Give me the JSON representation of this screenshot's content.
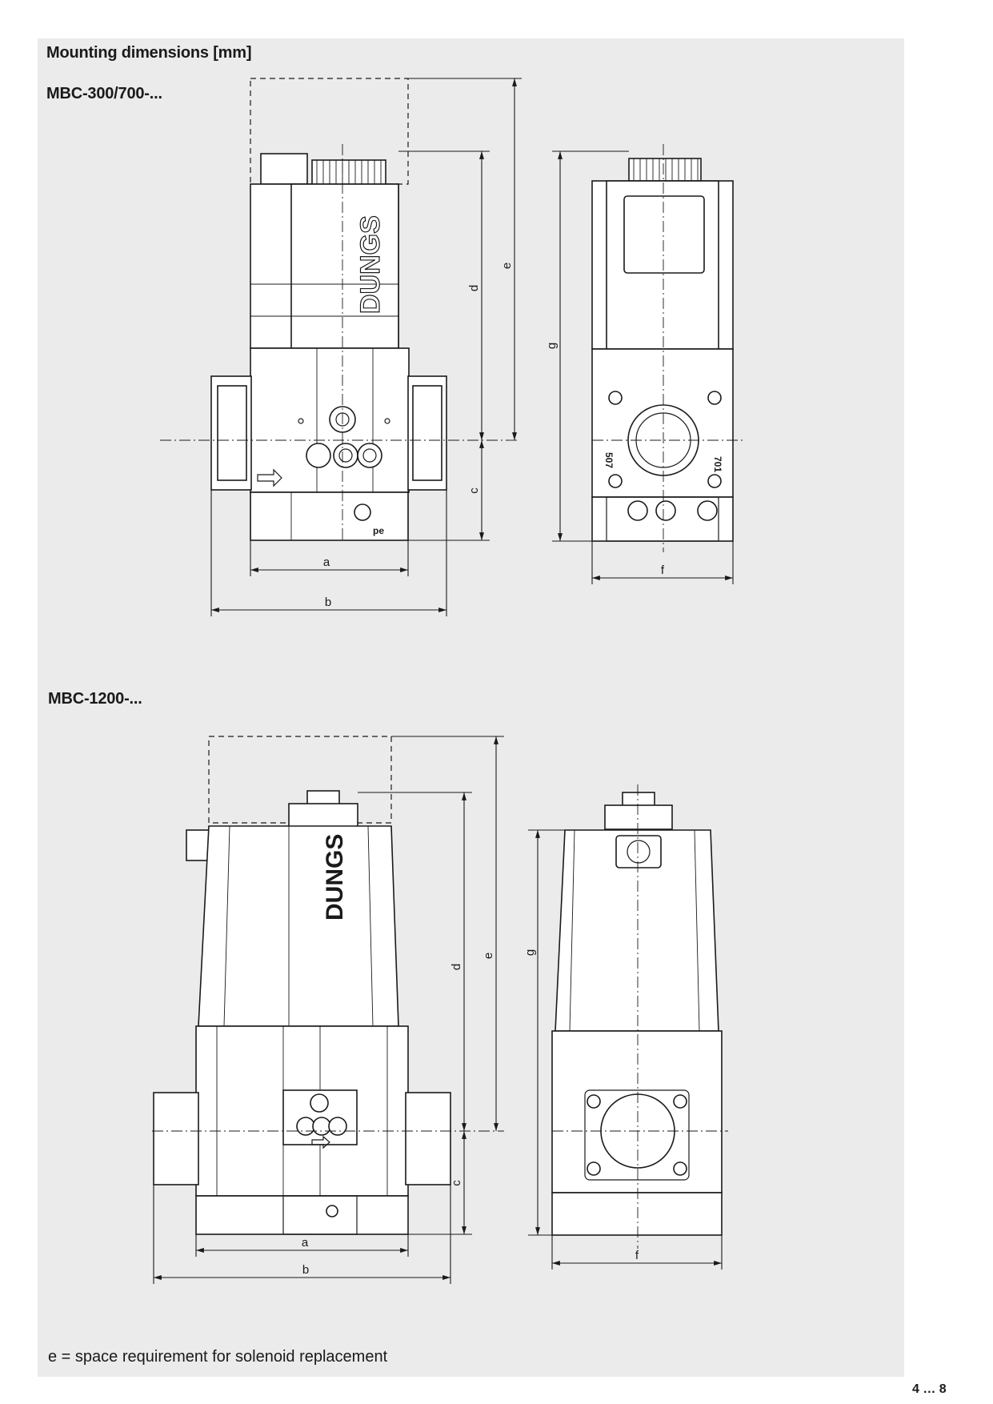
{
  "page": {
    "title": "Mounting dimensions [mm]",
    "footnote": "e = space requirement for solenoid replacement",
    "page_number": "4 … 8"
  },
  "sections": [
    {
      "model": "MBC-300/700-...",
      "brand": "DUNGS",
      "front_view_labels": [
        "a",
        "b",
        "c",
        "d",
        "e"
      ],
      "side_view_labels": [
        "f",
        "g"
      ],
      "side_markings": [
        "507",
        "701"
      ],
      "port_label": "pe"
    },
    {
      "model": "MBC-1200-...",
      "brand": "DUNGS",
      "front_view_labels": [
        "a",
        "b",
        "c",
        "d",
        "e"
      ],
      "side_view_labels": [
        "f",
        "g"
      ]
    }
  ]
}
